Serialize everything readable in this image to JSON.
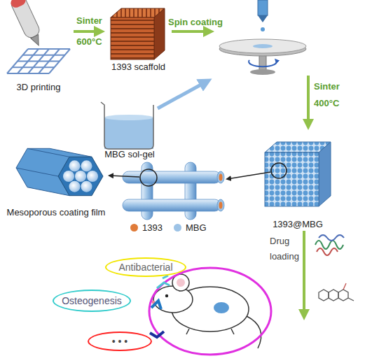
{
  "diagram": {
    "nodes": [
      {
        "text": [
          "3D printing"
        ]
      },
      {
        "text": [
          "1393 scaffold"
        ]
      },
      {
        "text": [
          "MBG sol-gel"
        ]
      },
      {
        "text": [
          "Mesoporous coating film"
        ]
      },
      {
        "text": [
          "1393@MBG"
        ]
      },
      {
        "text": [
          "Antibacterial"
        ]
      },
      {
        "text": [
          "Osteogenesis"
        ]
      },
      {
        "text": [
          "• • •"
        ]
      }
    ],
    "edges": [
      {
        "from": 0,
        "to": 1,
        "label": "Sinter 600°C",
        "arrow": "to"
      }
    ],
    "labels": [
      "Spin coating",
      "Sinter 400°C",
      "Drug loading"
    ],
    "legend": [
      {
        "text": "1393",
        "color": "#e07b39"
      },
      {
        "text": "MBG",
        "color": "#9dc3e6"
      }
    ]
  }
}
